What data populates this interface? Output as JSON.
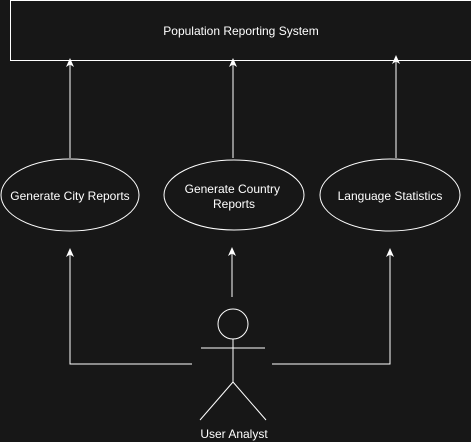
{
  "system": {
    "title": "Population Reporting System"
  },
  "use_cases": [
    {
      "id": "city",
      "label_lines": [
        "Generate City Reports"
      ]
    },
    {
      "id": "country",
      "label_lines": [
        "Generate Country",
        "Reports"
      ]
    },
    {
      "id": "language",
      "label_lines": [
        "Language Statistics"
      ]
    }
  ],
  "actor": {
    "label": "User Analyst"
  },
  "colors": {
    "background": "#171717",
    "stroke": "#ffffff",
    "text": "#ffffff"
  }
}
